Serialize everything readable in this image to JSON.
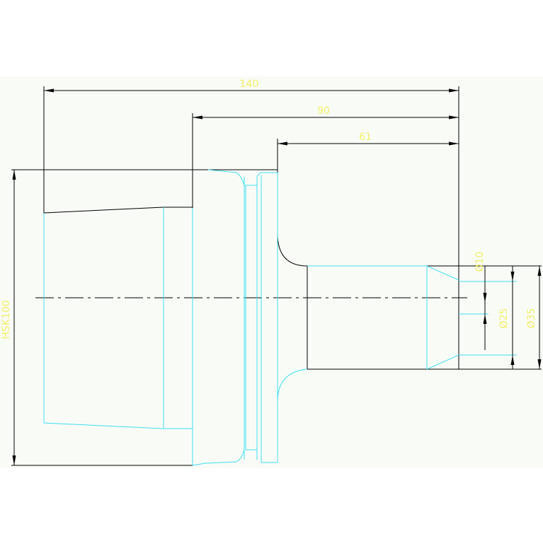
{
  "drawing": {
    "dimensions": {
      "overall_length": "140",
      "mid_length": "90",
      "short_length": "61",
      "holder": "HSK100",
      "bore_small": "Ø10",
      "bore_mid": "Ø25",
      "bore_outer": "Ø35"
    },
    "colors": {
      "background": "#f9fbf7",
      "outline": "#000000",
      "cyan_lines": "#3fe0f0",
      "dimension_text": "#f2f06a",
      "centerline": "#000000"
    }
  }
}
